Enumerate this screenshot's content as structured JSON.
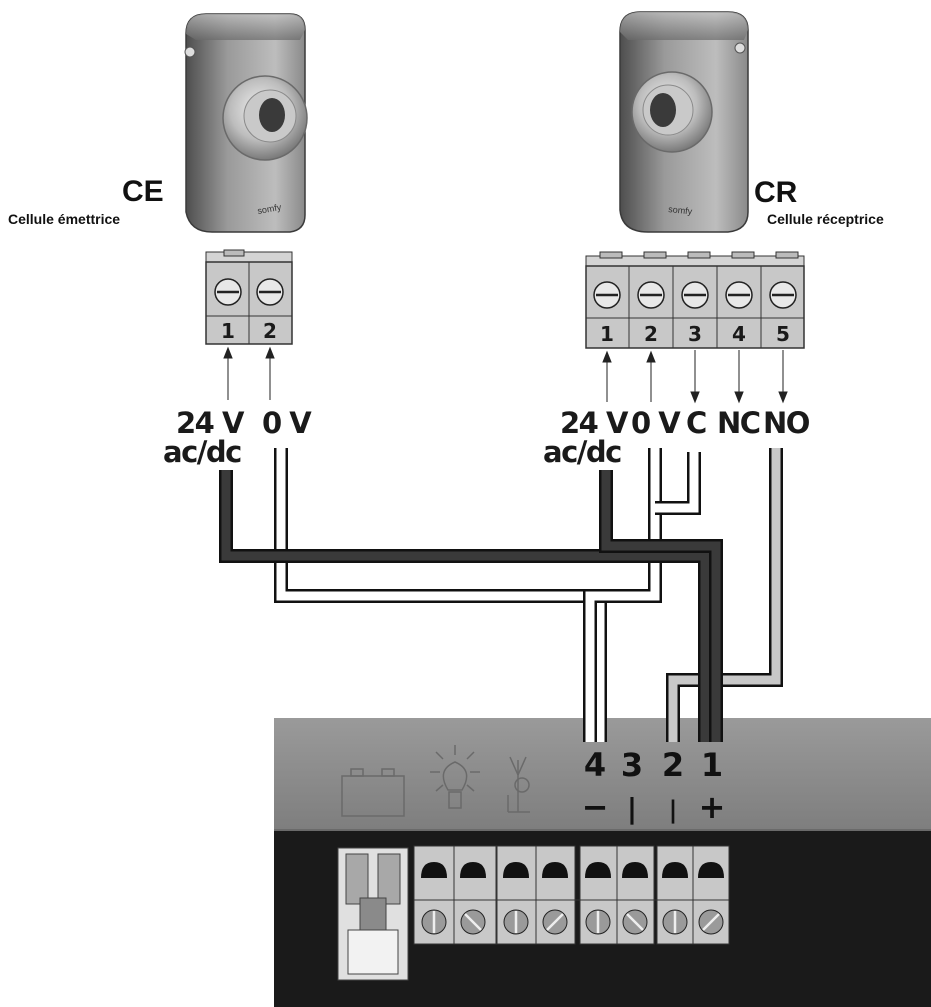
{
  "emitter": {
    "code": "CE",
    "name": "Cellule émettrice",
    "logo": "somfy",
    "terminals": [
      "1",
      "2"
    ],
    "signals": [
      {
        "line1": "24 V",
        "line2": "ac/dc"
      },
      {
        "line1": "0 V",
        "line2": ""
      }
    ]
  },
  "receiver": {
    "code": "CR",
    "name": "Cellule réceptrice",
    "logo": "somfy",
    "terminals": [
      "1",
      "2",
      "3",
      "4",
      "5"
    ],
    "signals": [
      {
        "line1": "24 V",
        "line2": "ac/dc"
      },
      {
        "line1": "0 V",
        "line2": ""
      },
      {
        "line1": "C",
        "line2": ""
      },
      {
        "line1": "NC",
        "line2": ""
      },
      {
        "line1": "NO",
        "line2": ""
      }
    ]
  },
  "control_board": {
    "icons": [
      "battery-icon",
      "lamp-icon",
      "antenna-icon"
    ],
    "terminals": [
      {
        "number": "4",
        "symbol": "−"
      },
      {
        "number": "3",
        "symbol": "|"
      },
      {
        "number": "2",
        "symbol": "|"
      },
      {
        "number": "1",
        "symbol": "+"
      }
    ]
  },
  "colors": {
    "positive_wire": "#3a3a3a",
    "negative_wire": "#ffffff",
    "signal_wire": "#c8c8c8",
    "panel": "#8c8c8c",
    "terminal_block": "#c8c8c8"
  }
}
